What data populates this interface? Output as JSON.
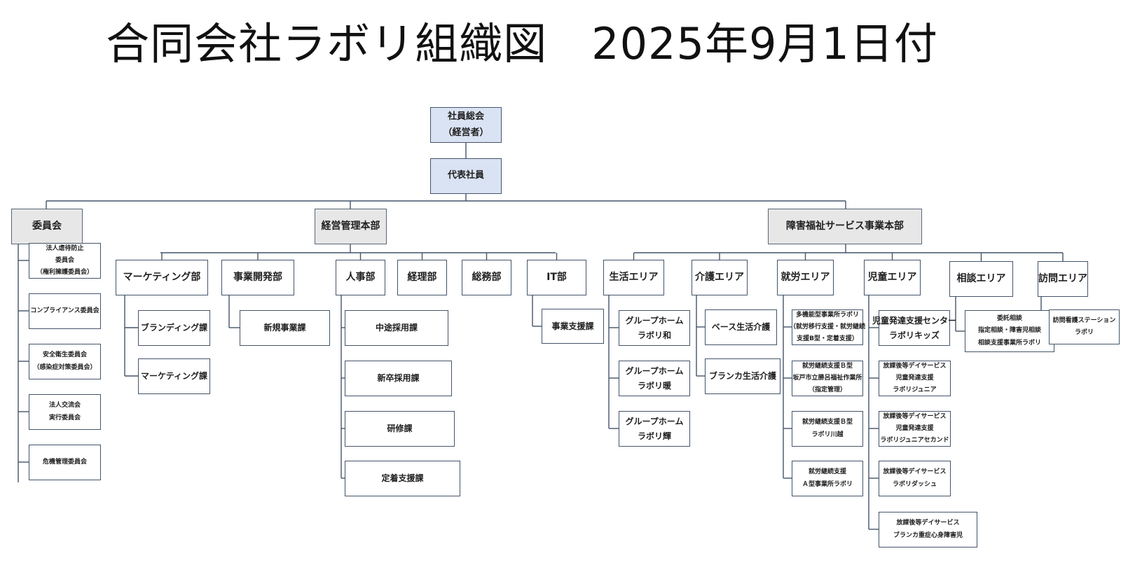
{
  "title": "合同会社ラボリ組織図　2025年9月1日付",
  "colors": {
    "line": "#44546a",
    "top_fill": "#dae3f3",
    "hq_fill": "#e7e7e7"
  },
  "top": {
    "assembly": [
      "社員総会",
      "（経営者）"
    ],
    "rep": [
      "代表社員"
    ]
  },
  "committee": {
    "head": [
      "委員会"
    ],
    "items": [
      [
        "法人虐待防止",
        "委員会",
        "（権利擁護委員会）"
      ],
      [
        "コンプライアンス委員会"
      ],
      [
        "安全衛生委員会",
        "（感染症対策委員会）"
      ],
      [
        "法人交流会",
        "実行委員会"
      ],
      [
        "危機管理委員会"
      ]
    ]
  },
  "management": {
    "head": [
      "経営管理本部"
    ],
    "marketing": {
      "head": [
        "マーケティング部"
      ],
      "items": [
        [
          "ブランディング課"
        ],
        [
          "マーケティング課"
        ]
      ]
    },
    "bizdev": {
      "head": [
        "事業開発部"
      ],
      "items": [
        [
          "新規事業課"
        ]
      ]
    },
    "hr": {
      "head": [
        "人事部"
      ],
      "items": [
        [
          "中途採用課"
        ],
        [
          "新卒採用課"
        ],
        [
          "研修課"
        ],
        [
          "定着支援課"
        ]
      ]
    },
    "accounting": {
      "head": [
        "経理部"
      ]
    },
    "general": {
      "head": [
        "総務部"
      ]
    },
    "it": {
      "head": [
        "IT部"
      ],
      "items": [
        [
          "事業支援課"
        ]
      ]
    }
  },
  "welfare": {
    "head": [
      "障害福祉サービス事業本部"
    ],
    "life": {
      "head": [
        "生活エリア"
      ],
      "items": [
        [
          "グループホーム",
          "ラボリ和"
        ],
        [
          "グループホーム",
          "ラボリ暖"
        ],
        [
          "グループホーム",
          "ラボリ輝"
        ]
      ]
    },
    "care": {
      "head": [
        "介護エリア"
      ],
      "items": [
        [
          "ベース生活介護"
        ],
        [
          "ブランカ生活介護"
        ]
      ]
    },
    "work": {
      "head": [
        "就労エリア"
      ],
      "items": [
        [
          "多機能型事業所ラボリ",
          "（就労移行支援・就労継続",
          "支援B型・定着支援）"
        ],
        [
          "就労継続支援Ｂ型",
          "坂戸市立勝呂福祉作業所",
          "（指定管理）"
        ],
        [
          "就労継続支援Ｂ型",
          "ラボリ川越"
        ],
        [
          "就労継続支援",
          "Ａ型事業所ラボリ"
        ]
      ]
    },
    "child": {
      "head": [
        "児童エリア"
      ],
      "items": [
        [
          "児童発達支援センター",
          "ラボリキッズ"
        ],
        [
          "放課後等デイサービス",
          "児童発達支援",
          "ラボリジュニア"
        ],
        [
          "放課後等デイサービス",
          "児童発達支援",
          "ラボリジュニアセカンド"
        ],
        [
          "放課後等デイサービス",
          "ラボリダッシュ"
        ],
        [
          "放課後等デイサービス",
          "ブランカ重症心身障害児"
        ]
      ]
    },
    "consult": {
      "head": [
        "相談エリア"
      ],
      "items": [
        [
          "委託相談",
          "指定相談・障害児相談",
          "相談支援事業所ラボリ"
        ]
      ]
    },
    "visit": {
      "head": [
        "訪問エリア"
      ],
      "items": [
        [
          "訪問看護ステーション",
          "ラボリ"
        ]
      ]
    }
  }
}
